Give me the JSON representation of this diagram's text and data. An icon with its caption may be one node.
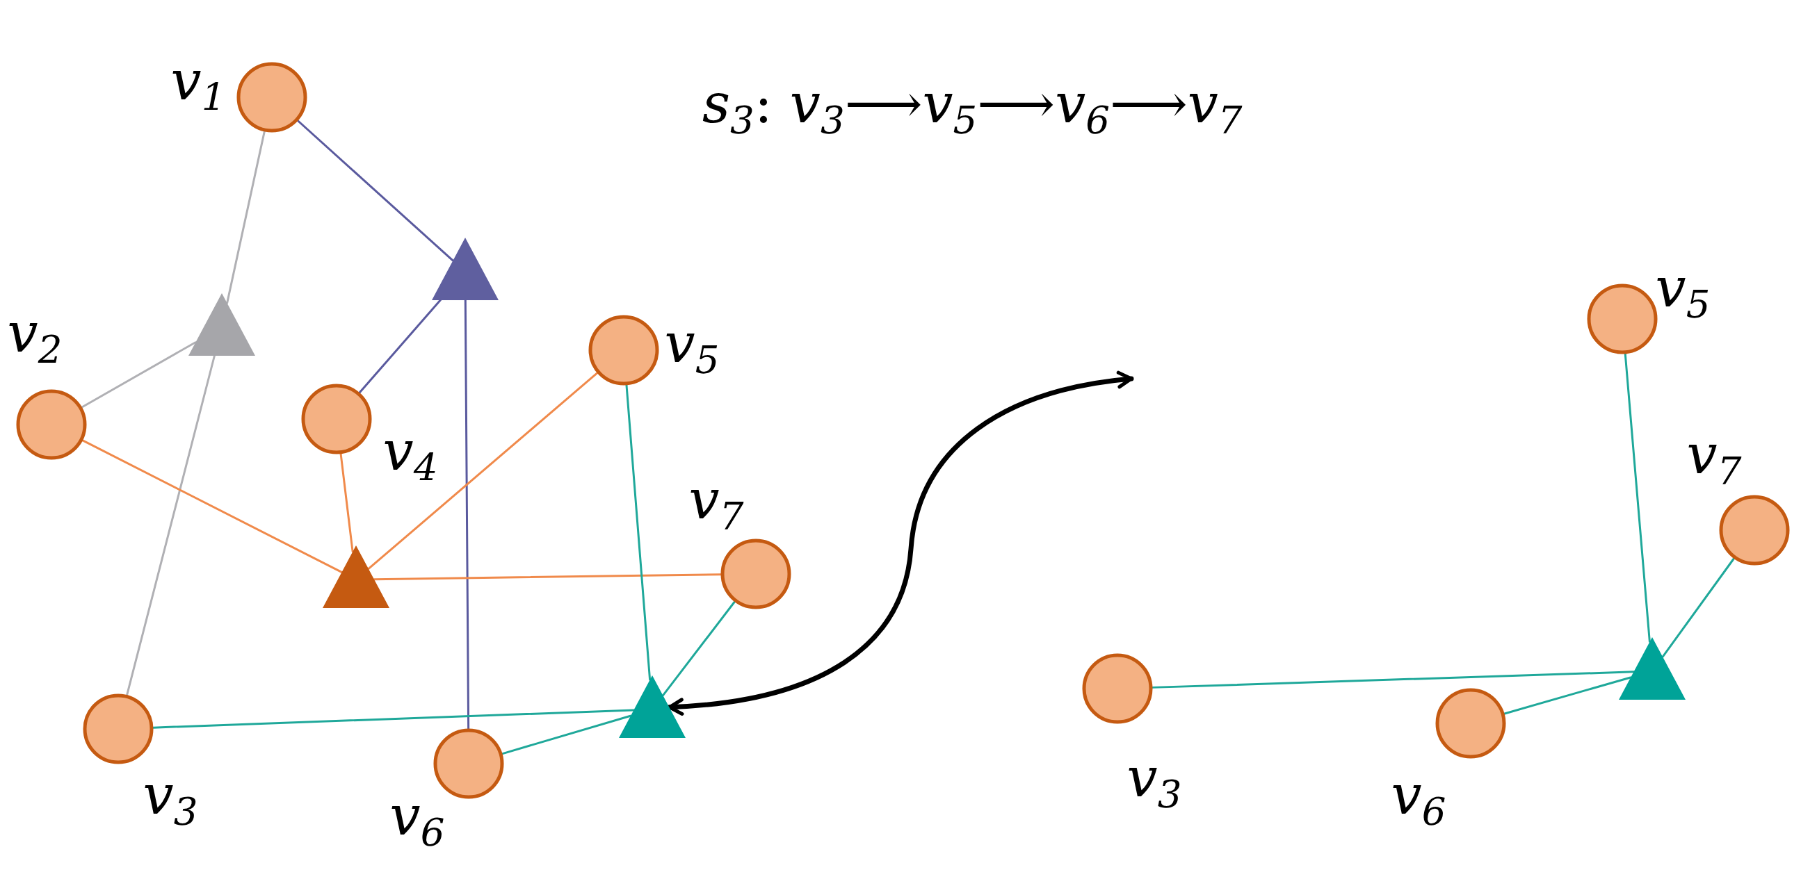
{
  "diagram": {
    "nodes": [
      {
        "text": [],
        "shape": "circle",
        "beside": [
          "*v*$_{1}$"
        ]
      },
      {
        "text": [],
        "shape": "circle",
        "beside": [
          "*v*$_{2}$"
        ]
      },
      {
        "text": [],
        "shape": "circle",
        "beside": [
          "*v*$_{3}$"
        ]
      },
      {
        "text": [],
        "shape": "circle",
        "beside": [
          "*v*$_{4}$"
        ]
      },
      {
        "text": [],
        "shape": "circle",
        "beside": [
          "*v*$_{5}$"
        ]
      },
      {
        "text": [],
        "shape": "circle",
        "beside": [
          "*v*$_{6}$"
        ]
      },
      {
        "text": [],
        "shape": "circle",
        "beside": [
          "*v*$_{7}$"
        ]
      },
      {
        "text": [],
        "shape": "triangle"
      },
      {
        "text": [],
        "shape": "triangle"
      },
      {
        "text": [],
        "shape": "triangle"
      },
      {
        "text": [],
        "shape": "triangle"
      },
      {
        "text": [],
        "shape": "circle",
        "beside": [
          "*v*$_{5}$"
        ]
      },
      {
        "text": [],
        "shape": "circle",
        "beside": [
          "*v*$_{7}$"
        ]
      },
      {
        "text": [],
        "shape": "circle",
        "beside": [
          "*v*$_{3}$"
        ]
      },
      {
        "text": [],
        "shape": "circle",
        "beside": [
          "*v*$_{6}$"
        ]
      },
      {
        "text": [],
        "shape": "triangle"
      }
    ],
    "edges": [
      {
        "from": 0,
        "to": 7,
        "arrow": "none",
        "color": "#b0b0b4"
      },
      {
        "from": 1,
        "to": 7,
        "arrow": "none",
        "color": "#b0b0b4"
      },
      {
        "from": 2,
        "to": 7,
        "arrow": "none",
        "color": "#b0b0b4"
      },
      {
        "from": 0,
        "to": 8,
        "arrow": "none",
        "color": "#5a5a9e"
      },
      {
        "from": 3,
        "to": 8,
        "arrow": "none",
        "color": "#5a5a9e"
      },
      {
        "from": 5,
        "to": 8,
        "arrow": "none",
        "color": "#5a5a9e"
      },
      {
        "from": 1,
        "to": 9,
        "arrow": "none",
        "color": "#f08a4b"
      },
      {
        "from": 3,
        "to": 9,
        "arrow": "none",
        "color": "#f08a4b"
      },
      {
        "from": 4,
        "to": 9,
        "arrow": "none",
        "color": "#f08a4b"
      },
      {
        "from": 6,
        "to": 9,
        "arrow": "none",
        "color": "#f08a4b"
      },
      {
        "from": 4,
        "to": 10,
        "arrow": "none",
        "color": "#1fa89a"
      },
      {
        "from": 6,
        "to": 10,
        "arrow": "none",
        "color": "#1fa89a"
      },
      {
        "from": 2,
        "to": 10,
        "arrow": "none",
        "color": "#1fa89a"
      },
      {
        "from": 5,
        "to": 10,
        "arrow": "none",
        "color": "#1fa89a"
      },
      {
        "from": 11,
        "to": 15,
        "arrow": "none",
        "color": "#1fa89a"
      },
      {
        "from": 12,
        "to": 15,
        "arrow": "none",
        "color": "#1fa89a"
      },
      {
        "from": 13,
        "to": 15,
        "arrow": "none",
        "color": "#1fa89a"
      },
      {
        "from": 14,
        "to": 15,
        "arrow": "none",
        "color": "#1fa89a"
      },
      {
        "from": 10,
        "to": null,
        "arrow": "both",
        "style": "thick",
        "color": "#000000"
      }
    ],
    "labels": [
      "*s*$_{3}$: *v*$_{3}$⟶*v*$_{5}$⟶*v*$_{6}$⟶*v*$_{7}$"
    ]
  }
}
